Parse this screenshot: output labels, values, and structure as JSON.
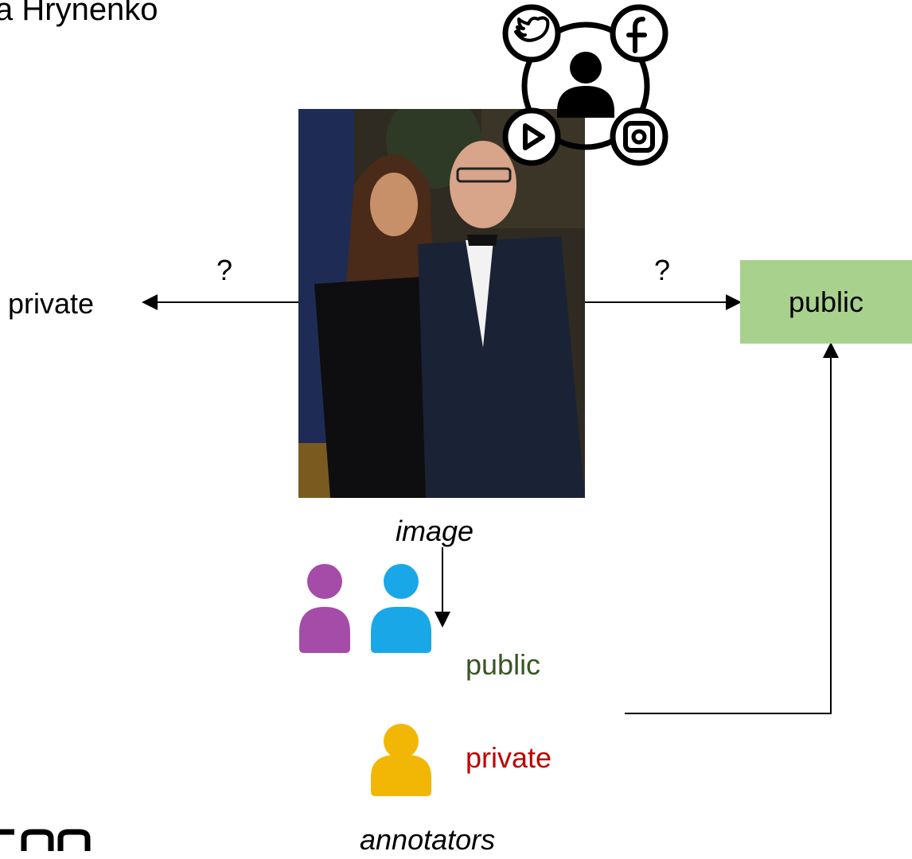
{
  "header": {
    "author_fragment": "a Hrynenko"
  },
  "photo": {
    "caption": "image"
  },
  "left_branch": {
    "question": "?",
    "label": "private"
  },
  "right_branch": {
    "question": "?",
    "label": "public"
  },
  "annotators": {
    "caption": "annotators",
    "votes": [
      {
        "label": "public",
        "color": "#375623",
        "figures": [
          "#a44ca8",
          "#1aa7e8"
        ]
      },
      {
        "label": "private",
        "color": "#c00000",
        "figures": [
          "#f2b705"
        ]
      }
    ]
  },
  "social_icons": [
    "twitter-icon",
    "facebook-icon",
    "youtube-icon",
    "instagram-icon"
  ],
  "colors": {
    "public_box": "#a9d18e",
    "arrow": "#000000"
  }
}
